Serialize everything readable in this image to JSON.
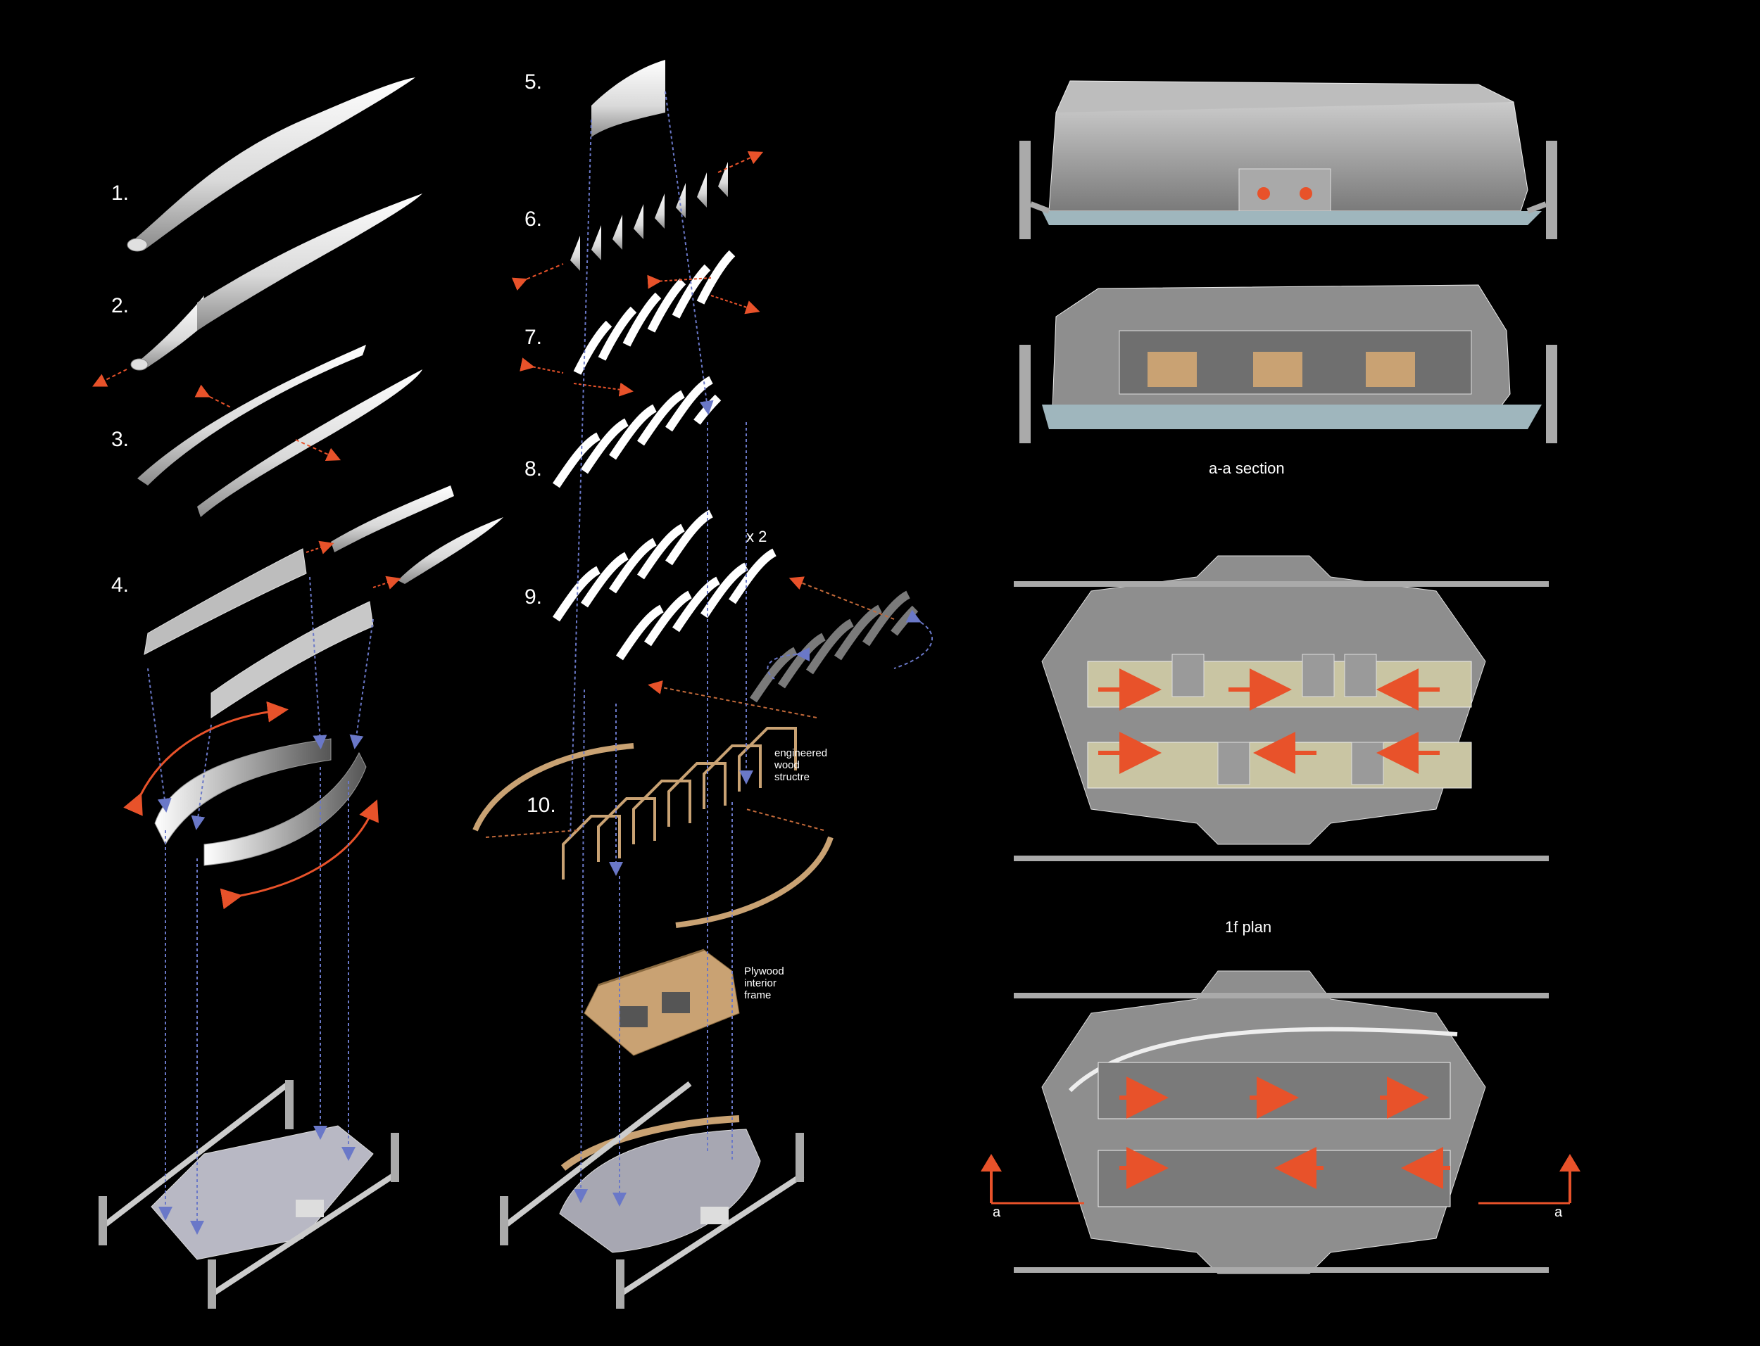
{
  "steps": {
    "s1": "1.",
    "s2": "2.",
    "s3": "3.",
    "s4": "4.",
    "s5": "5.",
    "s6": "6.",
    "s7": "7.",
    "s8": "8.",
    "s9": "9.",
    "s10": "10."
  },
  "multiplier": "x  2",
  "notes": {
    "wood": "engineered\nwood\nstructre",
    "plywood": "Plywood\ninterior\nframe"
  },
  "captions": {
    "section": "a-a section",
    "plan": "1f plan"
  },
  "section_marks": {
    "left": "a",
    "right": "a"
  },
  "colors": {
    "background": "#000000",
    "arrow_orange": "#e8522a",
    "leader_blue": "#6a78c8",
    "blade_white": "#f2f2f2",
    "wood": "#c9a273",
    "plan_grey": "#8e8e8e",
    "floor_green": "#c9c5a3"
  }
}
